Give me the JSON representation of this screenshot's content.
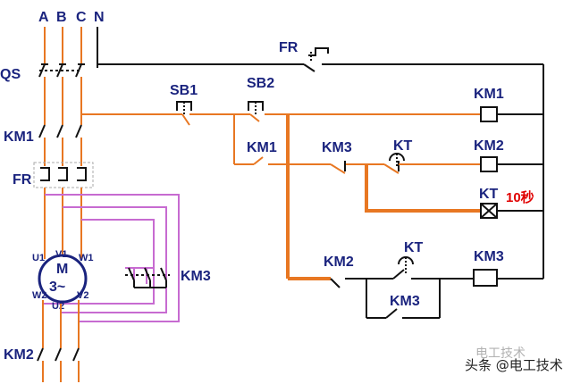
{
  "phases": {
    "a": "A",
    "b": "B",
    "c": "C",
    "n": "N"
  },
  "power_labels": {
    "qs": "QS",
    "km1": "KM1",
    "fr": "FR",
    "km3": "KM3",
    "km2": "KM2"
  },
  "motor": {
    "letter": "M",
    "phase_text": "3~",
    "terminals": {
      "u1": "U1",
      "v1": "V1",
      "w1": "W1",
      "w2": "W2",
      "u2": "U2",
      "v2": "V2"
    }
  },
  "control_labels": {
    "fr": "FR",
    "sb1": "SB1",
    "sb2": "SB2",
    "km1_hold": "KM1",
    "km3_contact": "KM3",
    "kt_contact": "KT",
    "km2_contact": "KM2",
    "kt_contact2": "KT",
    "km3_hold": "KM3"
  },
  "coils": {
    "km1": "KM1",
    "km2": "KM2",
    "kt": "KT",
    "km3": "KM3"
  },
  "timer_note": "10秒",
  "watermark": {
    "text": "头条 @电工技术",
    "ghost": "电工技术"
  },
  "colors": {
    "wire_orange": "#e87722",
    "wire_black": "#111111",
    "wire_violet": "#c76bd1",
    "label_blue": "#1a237e",
    "note_red": "#e00000"
  }
}
